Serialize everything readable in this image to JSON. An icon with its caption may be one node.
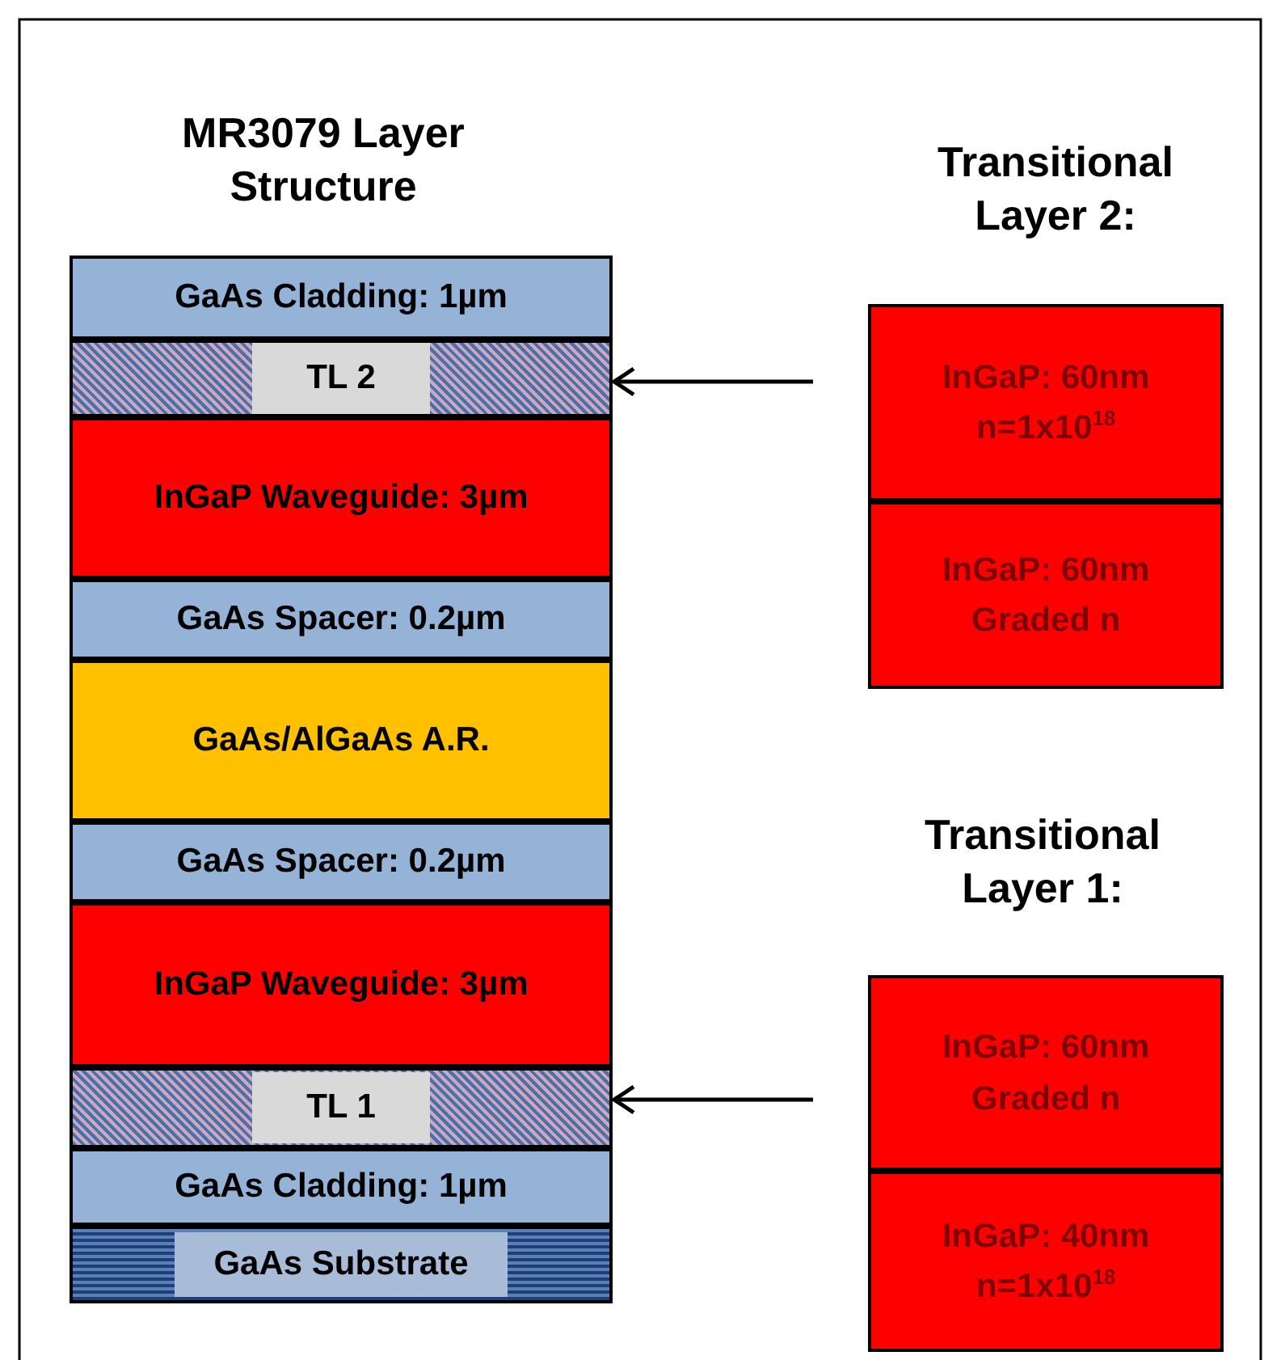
{
  "diagram": {
    "title": "MR3079 Layer Structure",
    "nodes": [
      {
        "text": [
          "GaAs Cladding: 1µm"
        ]
      },
      {
        "text": [
          "TL 2"
        ]
      },
      {
        "text": [
          "InGaP Waveguide: 3µm"
        ]
      },
      {
        "text": [
          "GaAs Spacer: 0.2µm"
        ]
      },
      {
        "text": [
          "GaAs/AlGaAs A.R."
        ]
      },
      {
        "text": [
          "GaAs Spacer: 0.2µm"
        ]
      },
      {
        "text": [
          "InGaP Waveguide: 3µm"
        ]
      },
      {
        "text": [
          "TL 1"
        ]
      },
      {
        "text": [
          "GaAs Cladding: 1µm"
        ]
      },
      {
        "text": [
          "GaAs Substrate"
        ]
      },
      {
        "text": [
          "InGaP: 60nm n=1x10$^{18}$"
        ]
      },
      {
        "text": [
          "InGaP: 60nm Graded n"
        ]
      },
      {
        "text": [
          "InGaP: 60nm Graded n"
        ]
      },
      {
        "text": [
          "InGaP: 40nm n=1x10$^{18}$"
        ]
      }
    ],
    "edges": [
      {
        "from": null,
        "to": 1,
        "arrow": "to"
      },
      {
        "from": null,
        "to": 7,
        "arrow": "to"
      }
    ],
    "labels": [
      "Transitional Layer 2:",
      "Transitional Layer 1:"
    ]
  }
}
